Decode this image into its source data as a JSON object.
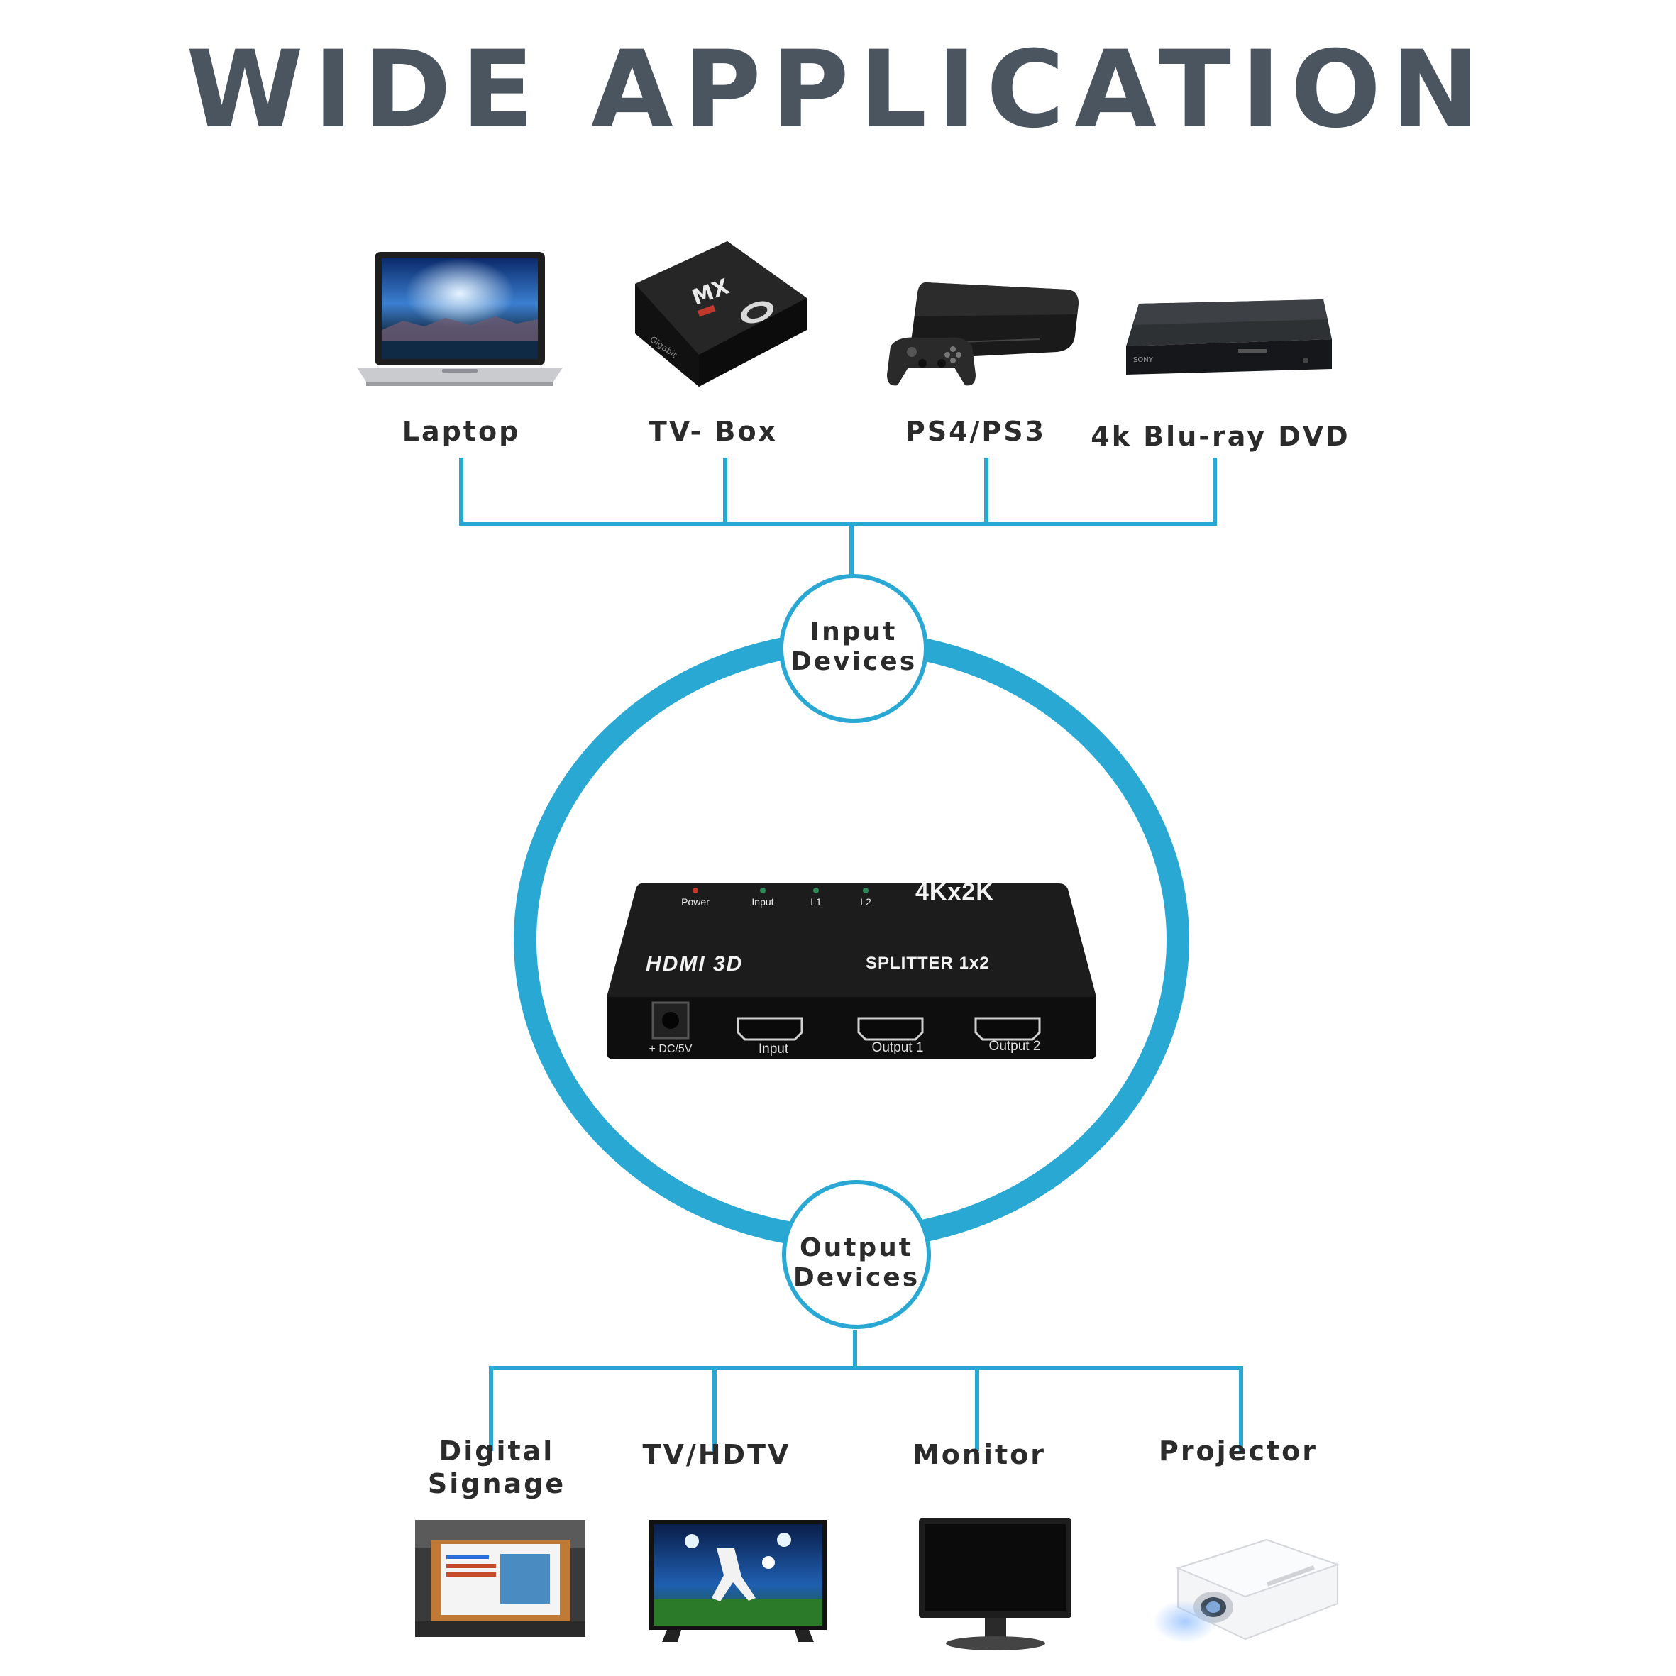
{
  "title": "WIDE APPLICATION",
  "colors": {
    "accent": "#29a8d3",
    "title": "#4b5560",
    "text": "#2b2b2b"
  },
  "input_devices": [
    {
      "label": "Laptop",
      "icon": "laptop-icon"
    },
    {
      "label": "TV- Box",
      "icon": "tv-box-icon"
    },
    {
      "label": "PS4/PS3",
      "icon": "game-console-icon"
    },
    {
      "label": "4k Blu-ray DVD",
      "icon": "blu-ray-player-icon"
    }
  ],
  "output_devices": [
    {
      "label": "Digital Signage",
      "line1": "Digital",
      "line2": "Signage",
      "icon": "digital-signage-icon"
    },
    {
      "label": "TV/HDTV",
      "icon": "tv-icon"
    },
    {
      "label": "Monitor",
      "icon": "monitor-icon"
    },
    {
      "label": "Projector",
      "icon": "projector-icon"
    }
  ],
  "input_node": {
    "line1": "Input",
    "line2": "Devices"
  },
  "output_node": {
    "line1": "Output",
    "line2": "Devices"
  },
  "splitter": {
    "indicators": [
      "Power",
      "Input",
      "L1",
      "L2"
    ],
    "resolution": "4Kx2K",
    "brand": "HDMI 3D",
    "model": "SPLITTER 1x2",
    "ports": [
      "+ DC/5V",
      "Input",
      "Output 1",
      "Output 2"
    ]
  }
}
